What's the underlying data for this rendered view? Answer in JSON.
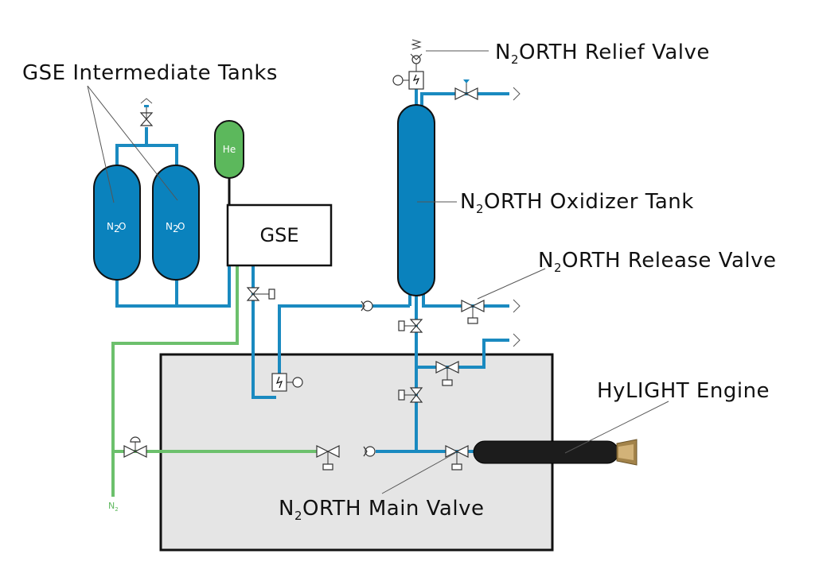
{
  "labels": {
    "gse_tanks": "GSE Intermediate Tanks",
    "relief_valve_prefix": "N",
    "relief_valve_sub": "2",
    "relief_valve_suffix": "ORTH Relief Valve",
    "oxidizer_tank_prefix": "N",
    "oxidizer_tank_sub": "2",
    "oxidizer_tank_suffix": "ORTH Oxidizer Tank",
    "release_valve_prefix": "N",
    "release_valve_sub": "2",
    "release_valve_suffix": "ORTH Release Valve",
    "engine": "HyLIGHT Engine",
    "main_valve_prefix": "N",
    "main_valve_sub": "2",
    "main_valve_suffix": "ORTH Main Valve"
  },
  "components": {
    "gse_box": "GSE",
    "helium_tank": "He",
    "n2o_tank_left": "N",
    "n2o_tank_left_sub": "2",
    "n2o_tank_left_suffix": "O",
    "n2o_tank_right": "N",
    "n2o_tank_right_sub": "2",
    "n2o_tank_right_suffix": "O",
    "nitrogen_supply": "N",
    "nitrogen_supply_sub": "2"
  },
  "colors": {
    "oxidizer_line": "#1a8ac0",
    "nitrogen_line": "#6cc06c",
    "tank_fill": "#0a82bd",
    "helium_fill": "#5cb85c",
    "vehicle_box": "#e5e5e5",
    "engine": "#1c1c1c"
  }
}
